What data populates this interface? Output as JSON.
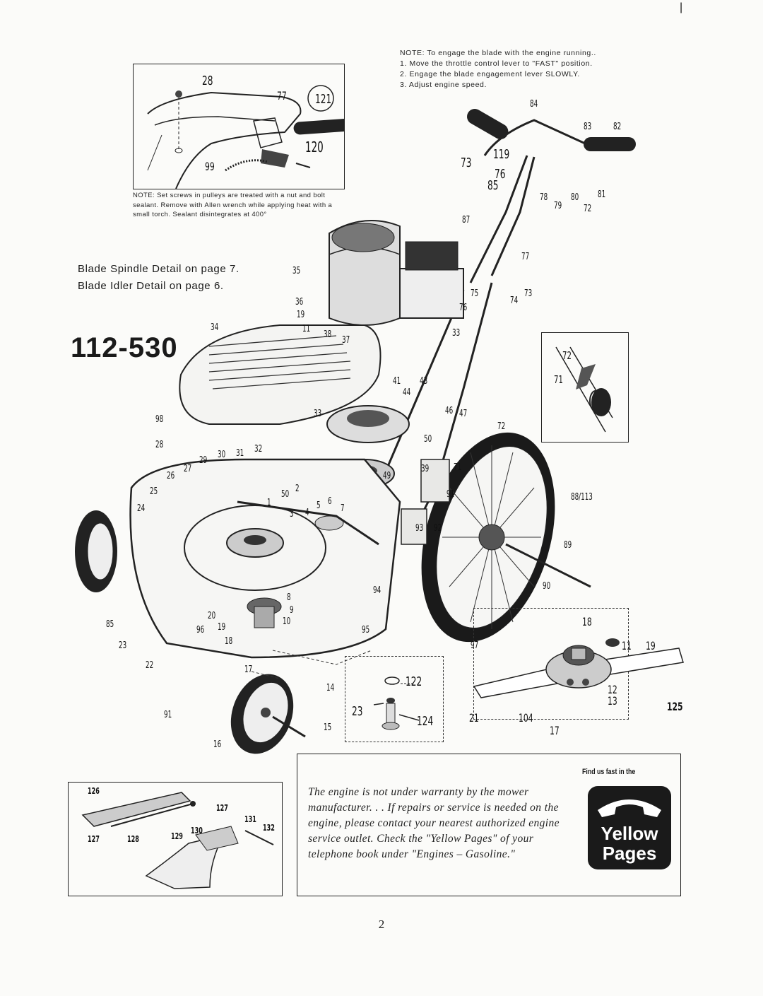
{
  "header_mark": "|",
  "note_top": {
    "title": "NOTE: To engage the blade with the engine running..",
    "steps": [
      "1. Move the throttle control lever to \"FAST\" position.",
      "2. Engage the blade engagement lever SLOWLY.",
      "3. Adjust engine speed."
    ]
  },
  "note_set_screws": "NOTE: Set screws in pulleys are treated with a nut and bolt sealant. Remove with Allen wrench while applying heat with a small torch. Sealant disintegrates at 400°",
  "blade_spindle_ref": "Blade Spindle Detail on page 7.",
  "blade_idler_ref": "Blade Idler Detail on page 6.",
  "model_number": "112-530",
  "engine_notice": "The engine is not under warranty by the mower manufacturer. . . If repairs or service is needed on the engine, please contact your nearest authorized engine service outlet. Check the \"Yellow Pages\" of your telephone book under \"Engines – Gasoline.\"",
  "find_us_fast": "Find us fast in the",
  "yellow_pages": {
    "line1": "Yellow",
    "line2": "Pages"
  },
  "page_number": "2",
  "part_labels": {
    "p28a": "28",
    "p77a": "77",
    "p121": "121",
    "p120": "120",
    "p99": "99",
    "p84": "84",
    "p83": "83",
    "p82": "82",
    "p119": "119",
    "p73a": "73",
    "p76a": "76",
    "p85a": "85",
    "p78": "78",
    "p79": "79",
    "p80": "80",
    "p81": "81",
    "p72a": "72",
    "p87": "87",
    "p77b": "77",
    "p35": "35",
    "p36": "36",
    "p19a": "19",
    "p11a": "11",
    "p38": "38",
    "p37": "37",
    "p34": "34",
    "p75": "75",
    "p74": "74",
    "p73b": "73",
    "p76b": "76",
    "p33a": "33",
    "p72b": "72",
    "p71a": "71",
    "p41": "41",
    "p43": "43",
    "p44": "44",
    "p46": "46",
    "p47": "47",
    "p72c": "72",
    "p50a": "50",
    "p98": "98",
    "p33b": "33",
    "p28b": "28",
    "p29": "29",
    "p30": "30",
    "p31": "31",
    "p32": "32",
    "p27": "27",
    "p26": "26",
    "p25": "25",
    "p24": "24",
    "p50b": "50",
    "p2": "2",
    "p1": "1",
    "p3": "3",
    "p4": "4",
    "p5": "5",
    "p6": "6",
    "p7": "7",
    "p49": "49",
    "p39": "39",
    "p71b": "71",
    "p91a": "91",
    "p93": "93",
    "p92": "92",
    "p88": "88/113",
    "p89": "89",
    "p90": "90",
    "p94": "94",
    "p8": "8",
    "p9": "9",
    "p10": "10",
    "p20": "20",
    "p96": "96",
    "p19b": "19",
    "p18a": "18",
    "p85b": "85",
    "p23a": "23",
    "p22": "22",
    "p95": "95",
    "p97": "97",
    "p18b": "18",
    "p11b": "11",
    "p19c": "19",
    "p12": "12",
    "p13": "13",
    "p125": "125",
    "p21": "21",
    "p104": "104",
    "p17a": "17",
    "p17b": "17",
    "p14": "14",
    "p91b": "91",
    "p15": "15",
    "p16": "16",
    "p122": "122",
    "p23b": "23",
    "p124": "124",
    "p126": "126",
    "p127a": "127",
    "p131": "131",
    "p127b": "127",
    "p128": "128",
    "p129": "129",
    "p130": "130",
    "p132": "132"
  }
}
